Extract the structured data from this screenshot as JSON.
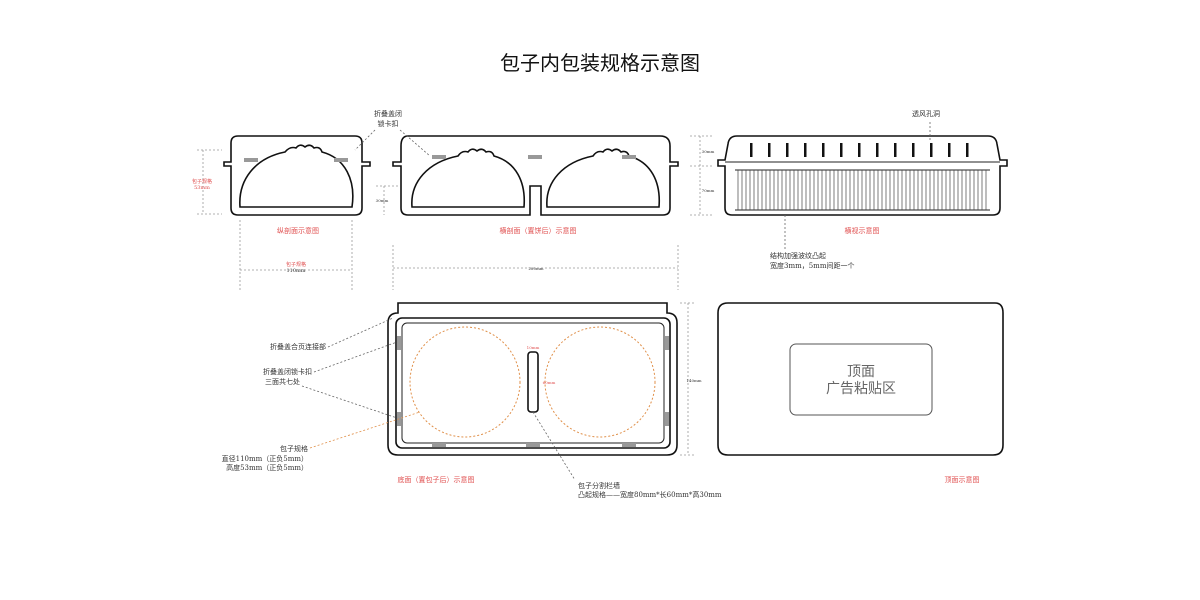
{
  "title": "包子内包装规格示意图",
  "annotations": {
    "fold_lock_top": [
      "折叠盖闭",
      "锁卡扣"
    ],
    "vent_holes": "透风孔洞",
    "rib_structure": [
      "结构加强波纹凸起",
      "宽度3mm，5mm间距一个"
    ],
    "hinge": "折叠盖合页连接部",
    "fold_lock_side": [
      "折叠盖闭锁卡扣",
      "三面共七处"
    ],
    "bun_spec": [
      "包子规格",
      "直径110mm（正负5mm）",
      "高度53mm（正负5mm）"
    ],
    "divider": [
      "包子分割栏墙",
      "凸起规格——宽度80mm*长60mm*高30mm"
    ],
    "top_area": [
      "顶面",
      "广告粘贴区"
    ]
  },
  "captions": {
    "side_section": "纵剖面示意图",
    "cross_section": "横剖面（置饼后）示意图",
    "side_view": "横视示意图",
    "bottom_view": "底面（置包子后）示意图",
    "top_view": "顶面示意图"
  },
  "dimension_labels": {
    "side_height": [
      "包子规格",
      "53mm"
    ],
    "side_width": [
      "包子规格",
      "110mm"
    ],
    "cross_width": "280mm",
    "cross_h1": "30mm",
    "cross_h2": "70mm",
    "cross_h3": "30mm",
    "bottom_height": "140mm",
    "divider_w": "10mm",
    "divider_l": "60mm"
  },
  "colors": {
    "caption": "#e05050",
    "bun_outline": "#e0904a",
    "line": "#111111"
  }
}
